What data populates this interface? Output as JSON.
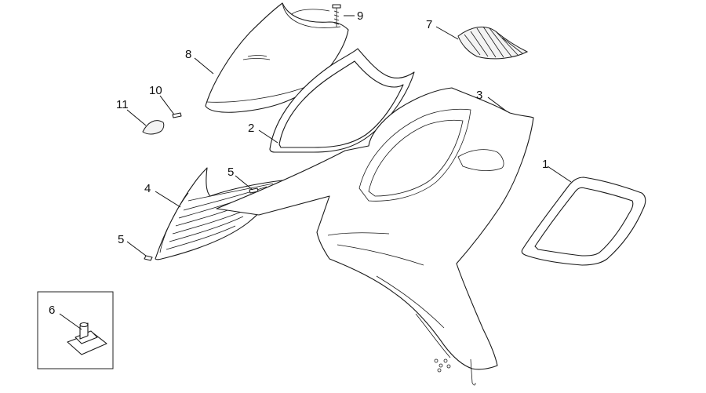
{
  "diagram": {
    "callouts": [
      {
        "id": "c1",
        "label": "1"
      },
      {
        "id": "c2",
        "label": "2"
      },
      {
        "id": "c3",
        "label": "3"
      },
      {
        "id": "c4",
        "label": "4"
      },
      {
        "id": "c5a",
        "label": "5"
      },
      {
        "id": "c5b",
        "label": "5"
      },
      {
        "id": "c6",
        "label": "6"
      },
      {
        "id": "c7",
        "label": "7"
      },
      {
        "id": "c8",
        "label": "8"
      },
      {
        "id": "c9",
        "label": "9"
      },
      {
        "id": "c10",
        "label": "10"
      },
      {
        "id": "c11",
        "label": "11"
      }
    ]
  }
}
